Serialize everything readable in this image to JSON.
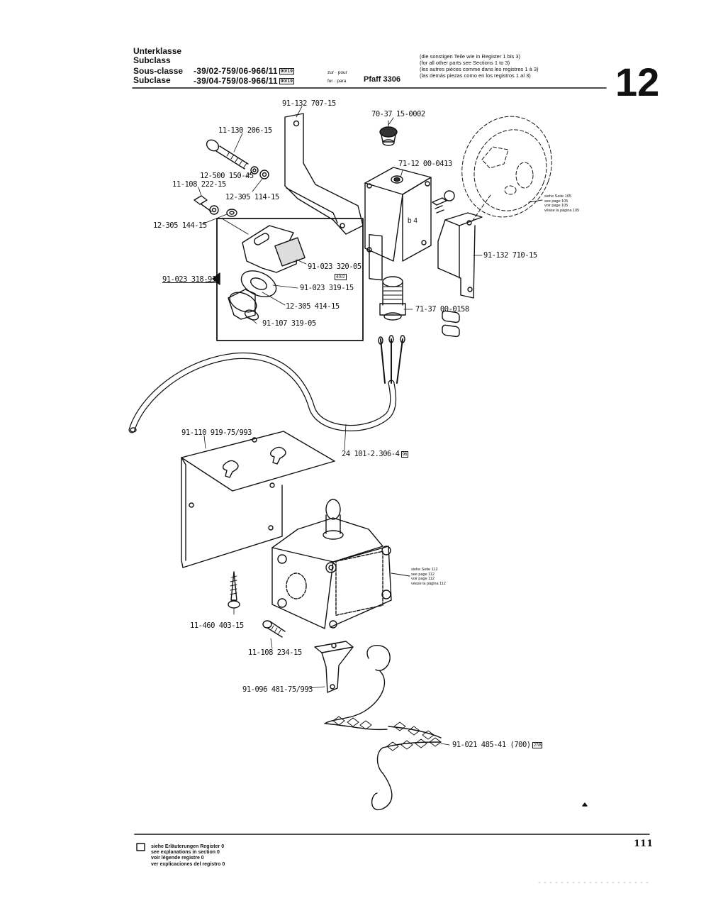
{
  "header": {
    "labels": [
      "Unterklasse",
      "Subclass",
      "Sous-classe",
      "Subclase"
    ],
    "model_line_1": "-39/02-759/06-966/11",
    "model_line_2": "-39/04-759/08-966/11",
    "badge_1": "90/19",
    "badge_2": "90/19",
    "zur_pour": "zur · pour",
    "for_para": "for · para",
    "machine": "Pfaff 3306",
    "notes": [
      "(die sonstigen Teile wie in Register 1 bis 3)",
      "(for all other parts see Sections 1 to 3)",
      "(les autres pièces comme dans les registres 1 à 3)",
      "(las demás piezas como en los registros 1 al 3)"
    ],
    "section_number": "12"
  },
  "parts": {
    "p1": "91-132 707-15",
    "p2": "70-37 15-0002",
    "p3": "11-130 206-15",
    "p4": "12-500 150-45",
    "p5": "11-108 222-15",
    "p6": "12-305 114-15",
    "p7": "71-12 00-0413",
    "p8": "12-305 144-15",
    "p9": "91-023 320-05",
    "p9_badge": "40/2",
    "p10": "91-023 318-91",
    "p11": "91-023 319-15",
    "p12": "12-305 414-15",
    "p13": "91-107 319-05",
    "p14": "91-132 710-15",
    "p15": "71-37 00-0158",
    "p16": "91-110 919-75/993",
    "p17": "24 101-2.306-4",
    "p17_badge": "96",
    "p18": "11-460 403-15",
    "p19": "11-108 234-15",
    "p20": "91-096 481-75/993",
    "p21": "91-021 485-41 (700)",
    "p21_badge": "27/8",
    "b4_label": "b 4"
  },
  "crossref_105": [
    "siehe Seite 105",
    "see page 105",
    "voir page 105",
    "véase la página 105"
  ],
  "crossref_112": [
    "siehe Seite 112",
    "see page 112",
    "voir page 112",
    "véase la página 112"
  ],
  "footer": {
    "legend": [
      "siehe Erläuterungen Register 0",
      "see explanations in section 0",
      "voir légende registre 0",
      "ver explicaciones del registro 0"
    ],
    "page": "111"
  }
}
